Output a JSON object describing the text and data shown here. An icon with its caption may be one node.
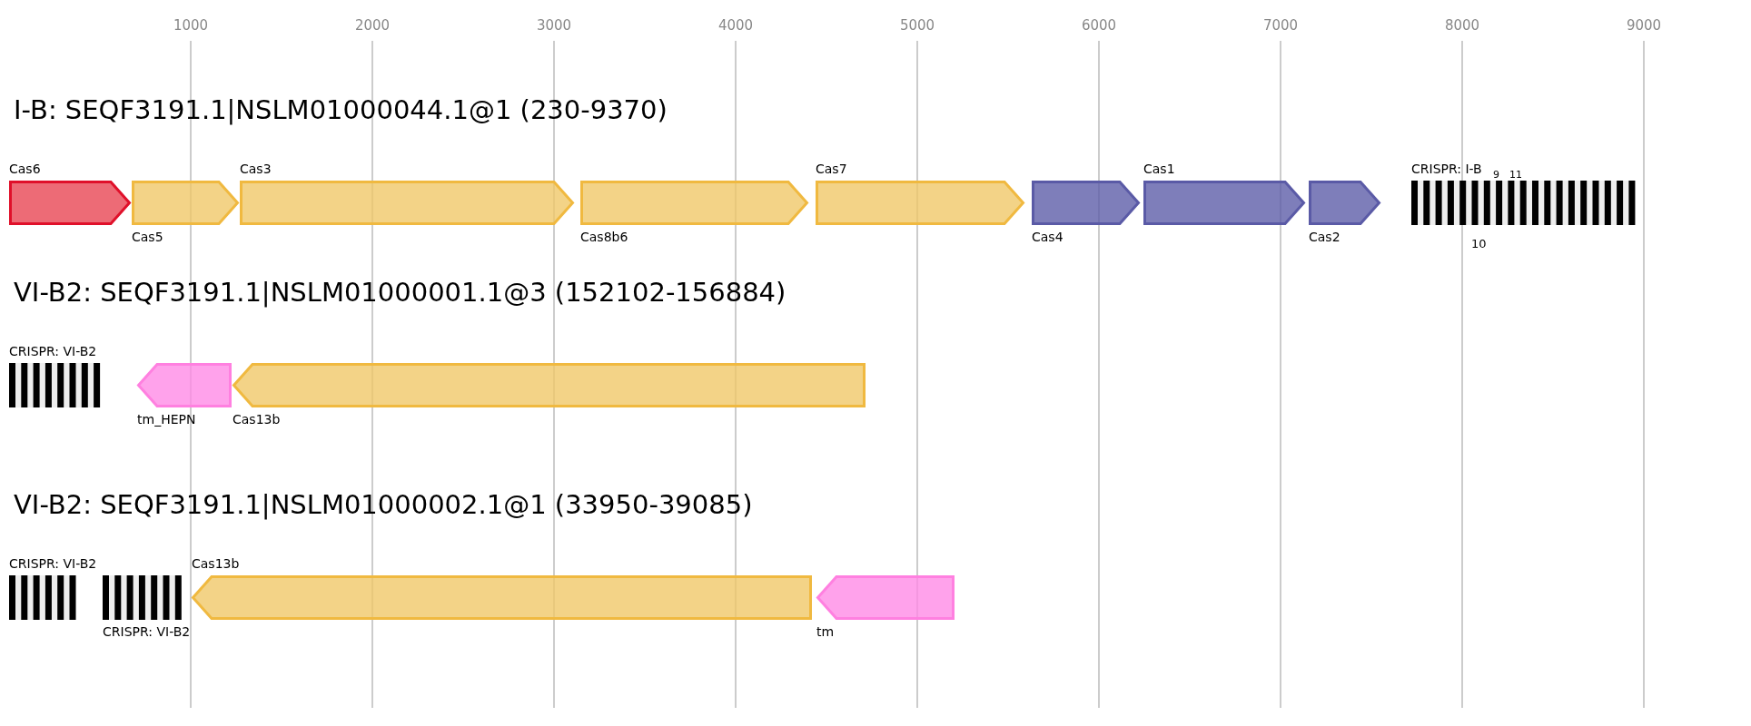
{
  "diagram": {
    "nodes": [
      {
        "text": [
          "Cas6"
        ]
      },
      {
        "text": [
          "Cas5"
        ]
      },
      {
        "text": [
          "Cas3"
        ]
      },
      {
        "text": [
          "Cas8b6"
        ]
      },
      {
        "text": [
          "Cas7"
        ]
      },
      {
        "text": [
          "Cas4"
        ]
      },
      {
        "text": [
          "Cas1"
        ]
      },
      {
        "text": [
          "Cas2"
        ]
      },
      {
        "text": [
          "CRISPR: I-B"
        ],
        "beside": [
          "9",
          "11",
          "10"
        ]
      },
      {
        "text": [
          "CRISPR: VI-B2"
        ]
      },
      {
        "text": [
          "tm_HEPN"
        ]
      },
      {
        "text": [
          "Cas13b"
        ]
      },
      {
        "text": [
          "CRISPR: VI-B2"
        ]
      },
      {
        "text": [
          "CRISPR: VI-B2"
        ]
      },
      {
        "text": [
          "Cas13b"
        ]
      },
      {
        "text": [
          "tm"
        ]
      }
    ],
    "labels": [
      "1000",
      "2000",
      "3000",
      "4000",
      "5000",
      "6000",
      "7000",
      "8000",
      "9000",
      "I-B: SEQF3191.1|NSLM01000044.1@1 (230-9370)",
      "VI-B2: SEQF3191.1|NSLM01000001.1@3 (152102-156884)",
      "VI-B2: SEQF3191.1|NSLM01000002.1@1 (33950-39085)"
    ]
  }
}
